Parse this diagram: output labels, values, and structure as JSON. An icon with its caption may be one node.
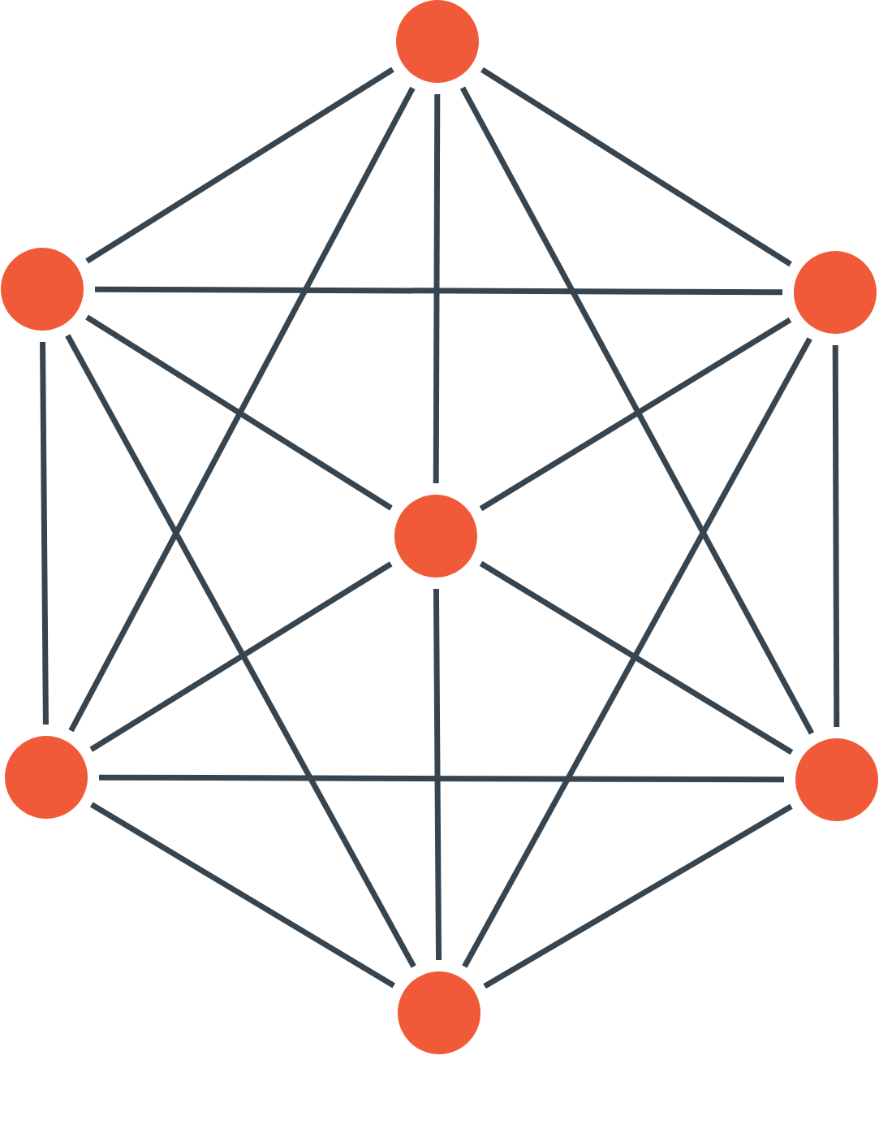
{
  "diagram": {
    "nodes": [
      {
        "text": [],
        "shape": "circle"
      },
      {
        "text": [],
        "shape": "circle"
      },
      {
        "text": [],
        "shape": "circle"
      },
      {
        "text": [],
        "shape": "circle"
      },
      {
        "text": [],
        "shape": "circle"
      },
      {
        "text": [],
        "shape": "circle"
      },
      {
        "text": [],
        "shape": "circle"
      }
    ],
    "edges": [
      {
        "from": 0,
        "to": 1,
        "arrow": "none"
      },
      {
        "from": 0,
        "to": 2,
        "arrow": "none"
      },
      {
        "from": 0,
        "to": 3,
        "arrow": "none"
      },
      {
        "from": 0,
        "to": 4,
        "arrow": "none"
      },
      {
        "from": 0,
        "to": 5,
        "arrow": "none"
      },
      {
        "from": 1,
        "to": 2,
        "arrow": "none"
      },
      {
        "from": 1,
        "to": 3,
        "arrow": "none"
      },
      {
        "from": 1,
        "to": 4,
        "arrow": "none"
      },
      {
        "from": 1,
        "to": 6,
        "arrow": "none"
      },
      {
        "from": 2,
        "to": 3,
        "arrow": "none"
      },
      {
        "from": 2,
        "to": 5,
        "arrow": "none"
      },
      {
        "from": 2,
        "to": 6,
        "arrow": "none"
      },
      {
        "from": 3,
        "to": 4,
        "arrow": "none"
      },
      {
        "from": 3,
        "to": 5,
        "arrow": "none"
      },
      {
        "from": 3,
        "to": 6,
        "arrow": "none"
      },
      {
        "from": 4,
        "to": 5,
        "arrow": "none"
      },
      {
        "from": 4,
        "to": 6,
        "arrow": "none"
      },
      {
        "from": 5,
        "to": 6,
        "arrow": "none"
      }
    ]
  }
}
